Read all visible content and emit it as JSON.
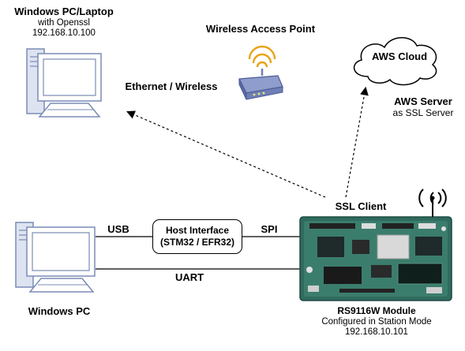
{
  "top_pc": {
    "title": "Windows PC/Laptop",
    "subtitle": "with Openssl",
    "ip": "192.168.10.100"
  },
  "access_point": {
    "label": "Wireless Access Point"
  },
  "link_ethernet": {
    "label": "Ethernet / Wireless"
  },
  "cloud": {
    "label": "AWS Cloud"
  },
  "aws_server": {
    "title": "AWS Server",
    "subtitle": "as SSL Server"
  },
  "ssl_client": {
    "label": "SSL Client"
  },
  "bottom_pc": {
    "label": "Windows PC"
  },
  "link_usb": {
    "label": "USB"
  },
  "link_spi": {
    "label": "SPI"
  },
  "link_uart": {
    "label": "UART"
  },
  "host_interface": {
    "title": "Host Interface",
    "subtitle": "(STM32 / EFR32)"
  },
  "module": {
    "title": "RS9116W Module",
    "subtitle": "Configured in Station Mode",
    "ip": "192.168.10.101"
  },
  "colors": {
    "monitor_outline": "#7a8bb5",
    "monitor_fill": "#ffffff",
    "tower_fill": "#dde3f0",
    "router_body": "#6f7fb6",
    "router_signal": "#e8a317",
    "board_green": "#2f6b5e",
    "lines": "#000000"
  }
}
